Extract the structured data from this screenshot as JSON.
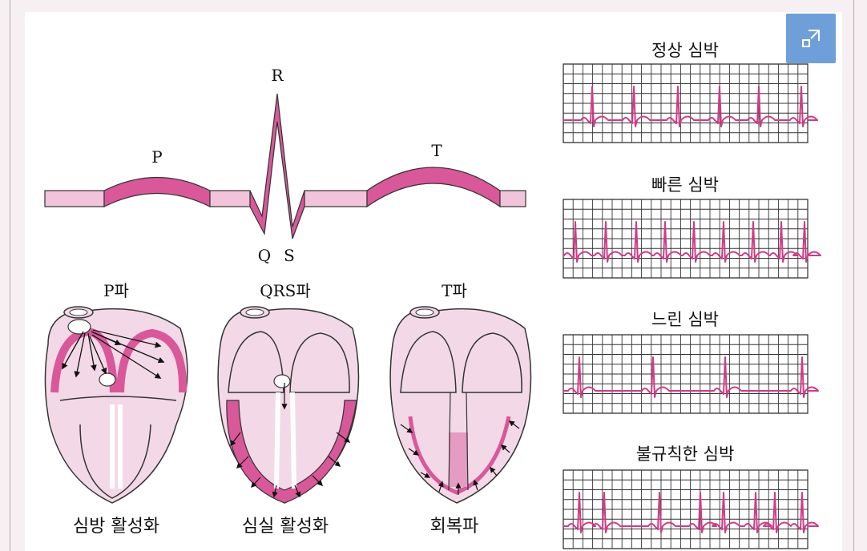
{
  "waveform": {
    "label_p": "P",
    "label_q": "Q",
    "label_r": "R",
    "label_s": "S",
    "label_t": "T"
  },
  "hearts": [
    {
      "title": "P파",
      "caption": "심방 활성화"
    },
    {
      "title": "QRS파",
      "caption": "심실 활성화"
    },
    {
      "title": "T파",
      "caption": "회복파"
    }
  ],
  "rhythms": [
    {
      "title": "정상 심박"
    },
    {
      "title": "빠른 심박"
    },
    {
      "title": "느린 심박"
    },
    {
      "title": "불규칙한 심박"
    }
  ],
  "colors": {
    "accent": "#d9589a",
    "light_pink": "#f1c4dc",
    "heart_fill": "#f3d9e7",
    "trace": "#d23a86",
    "button": "#6f9fd9"
  },
  "icons": {
    "expand": "expand-icon"
  }
}
